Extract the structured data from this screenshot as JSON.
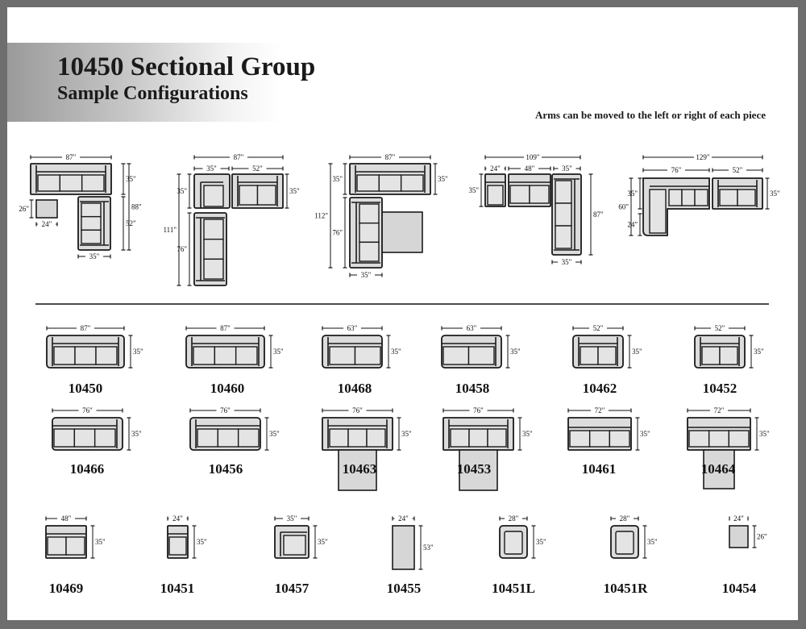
{
  "header": {
    "title": "10450 Sectional Group",
    "subtitle": "Sample Configurations",
    "arms_note": "Arms can be moved to the left or right of each piece"
  },
  "configurations": [
    {
      "dims": [
        "87\"",
        "35\"",
        "88\"",
        "26\"",
        "24\"",
        "52\"",
        "35\""
      ],
      "pieces": [
        {
          "kind": "sofa3"
        },
        {
          "kind": "table"
        },
        {
          "kind": "chaise3"
        }
      ]
    },
    {
      "dims": [
        "87\"",
        "35\"",
        "52\"",
        "35\"",
        "35\"",
        "111\"",
        "76\""
      ],
      "pieces": [
        {
          "kind": "corner"
        },
        {
          "kind": "loveseat"
        },
        {
          "kind": "sofa3-vertical"
        }
      ]
    },
    {
      "dims": [
        "87\"",
        "35\"",
        "35\"",
        "112\"",
        "76\"",
        "35\""
      ],
      "pieces": [
        {
          "kind": "sofa3"
        },
        {
          "kind": "sofa3-vertical"
        },
        {
          "kind": "ottoman"
        }
      ]
    },
    {
      "dims": [
        "109\"",
        "24\"",
        "48\"",
        "35\"",
        "35\"",
        "87\"",
        "35\""
      ],
      "pieces": [
        {
          "kind": "armless-chair"
        },
        {
          "kind": "loveseat"
        },
        {
          "kind": "chaise3"
        }
      ]
    },
    {
      "dims": [
        "129\"",
        "76\"",
        "52\"",
        "35\"",
        "35\"",
        "60\"",
        "24\""
      ],
      "pieces": [
        {
          "kind": "chaise-sofa"
        },
        {
          "kind": "loveseat"
        }
      ]
    }
  ],
  "products": [
    {
      "code": "10450",
      "width": "87\"",
      "depth": "35\""
    },
    {
      "code": "10460",
      "width": "87\"",
      "depth": "35\""
    },
    {
      "code": "10468",
      "width": "63\"",
      "depth": "35\""
    },
    {
      "code": "10458",
      "width": "63\"",
      "depth": "35\""
    },
    {
      "code": "10462",
      "width": "52\"",
      "depth": "35\""
    },
    {
      "code": "10452",
      "width": "52\"",
      "depth": "35\""
    },
    {
      "code": "10466",
      "width": "76\"",
      "depth": "35\""
    },
    {
      "code": "10456",
      "width": "76\"",
      "depth": "35\""
    },
    {
      "code": "10463",
      "width": "76\"",
      "depth": "35\""
    },
    {
      "code": "10453",
      "width": "76\"",
      "depth": "35\""
    },
    {
      "code": "10461",
      "width": "72\"",
      "depth": "35\""
    },
    {
      "code": "10464",
      "width": "72\"",
      "depth": "35\""
    },
    {
      "code": "10469",
      "width": "48\"",
      "depth": "35\""
    },
    {
      "code": "10451",
      "width": "24\"",
      "depth": "35\""
    },
    {
      "code": "10457",
      "width": "35\"",
      "depth": "35\""
    },
    {
      "code": "10455",
      "width": "24\"",
      "depth": "53\""
    },
    {
      "code": "10451L",
      "width": "28\"",
      "depth": "35\""
    },
    {
      "code": "10451R",
      "width": "28\"",
      "depth": "35\""
    },
    {
      "code": "10454",
      "width": "24\"",
      "depth": "26\""
    }
  ],
  "colors": {
    "outline": "#1a1a1a",
    "upholstery": "#dcdcdc",
    "table_fill": "#d6d6d6",
    "page_border": "#6e6e6e"
  }
}
